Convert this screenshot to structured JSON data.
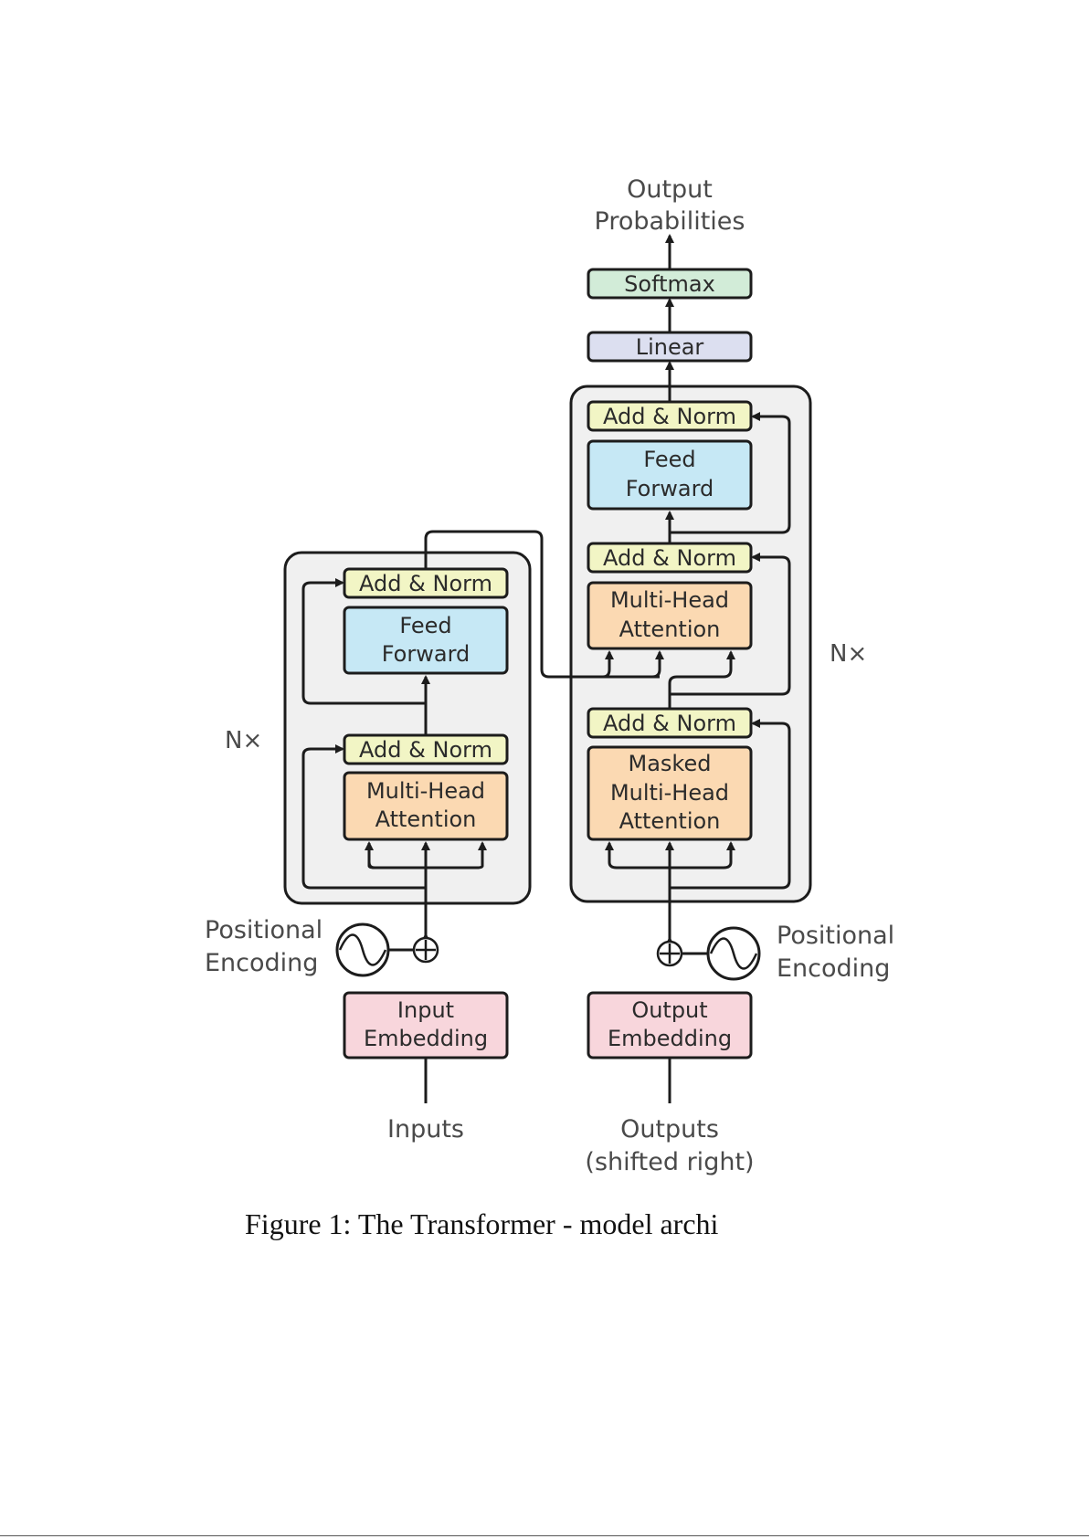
{
  "encoder": {
    "repeat_label": "N×",
    "add_norm_top": "Add & Norm",
    "feed_forward": [
      "Feed",
      "Forward"
    ],
    "add_norm_bottom": "Add & Norm",
    "attention": [
      "Multi-Head",
      "Attention"
    ],
    "positional_encoding": [
      "Positional",
      "Encoding"
    ],
    "embedding": [
      "Input",
      "Embedding"
    ],
    "input_label": "Inputs"
  },
  "decoder": {
    "repeat_label": "N×",
    "add_norm_top": "Add & Norm",
    "feed_forward": [
      "Feed",
      "Forward"
    ],
    "add_norm_middle": "Add & Norm",
    "cross_attention": [
      "Multi-Head",
      "Attention"
    ],
    "add_norm_bottom": "Add & Norm",
    "masked_attention": [
      "Masked",
      "Multi-Head",
      "Attention"
    ],
    "positional_encoding": [
      "Positional",
      "Encoding"
    ],
    "embedding": [
      "Output",
      "Embedding"
    ],
    "input_label": [
      "Outputs",
      "(shifted right)"
    ]
  },
  "head": {
    "linear": "Linear",
    "softmax": "Softmax",
    "output_label": [
      "Output",
      "Probabilities"
    ]
  },
  "colors": {
    "add_norm": "#f2f5c5",
    "feed_forward": "#c6e8f5",
    "attention": "#fbd9b2",
    "embedding": "#f8d6dc",
    "linear": "#dcdff0",
    "softmax": "#d2ecd8",
    "block_bg": "#f0f0f0",
    "stroke": "#1c1c1c"
  },
  "caption": "Figure 1: The Transformer - model archi"
}
